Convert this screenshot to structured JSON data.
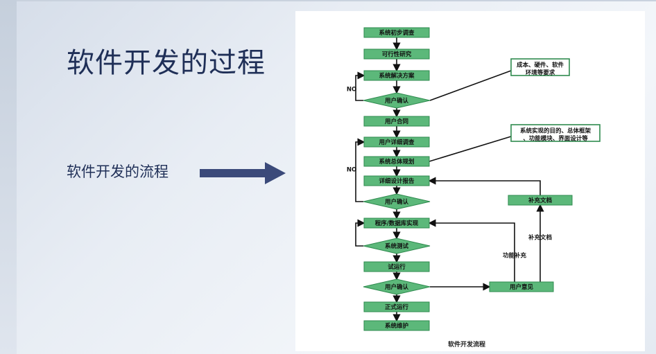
{
  "slide": {
    "title": "软件开发的过程",
    "subtitle": "软件开发的流程"
  },
  "colors": {
    "node_fill": "#5cb87a",
    "node_stroke": "#2e8a4e",
    "title_text": "#1f2f57",
    "arrow": "#3b4a7a"
  },
  "flow": {
    "steps": [
      "系统初步调查",
      "可行性研究",
      "系统解决方案",
      "用户确认",
      "用户合同",
      "用户详细调查",
      "系统总体规划",
      "详细设计报告",
      "用户确认",
      "程序/数据库实现",
      "系统测试",
      "试运行",
      "用户确认",
      "正式运行",
      "系统维护"
    ],
    "side_boxes": {
      "user_feedback": "用户意见",
      "supplement_doc": "补充文档"
    },
    "notes": {
      "cost": [
        "成本、硬件、软件",
        "环境等要求"
      ],
      "planning": [
        "系统实现的目的、总体框架",
        "、功能模块、界面设计等"
      ]
    },
    "edge_labels": {
      "no1": "NO",
      "no2": "NO",
      "func_supplement": "功能补充",
      "doc_supplement": "补充文档"
    },
    "caption": "软件开发流程"
  }
}
